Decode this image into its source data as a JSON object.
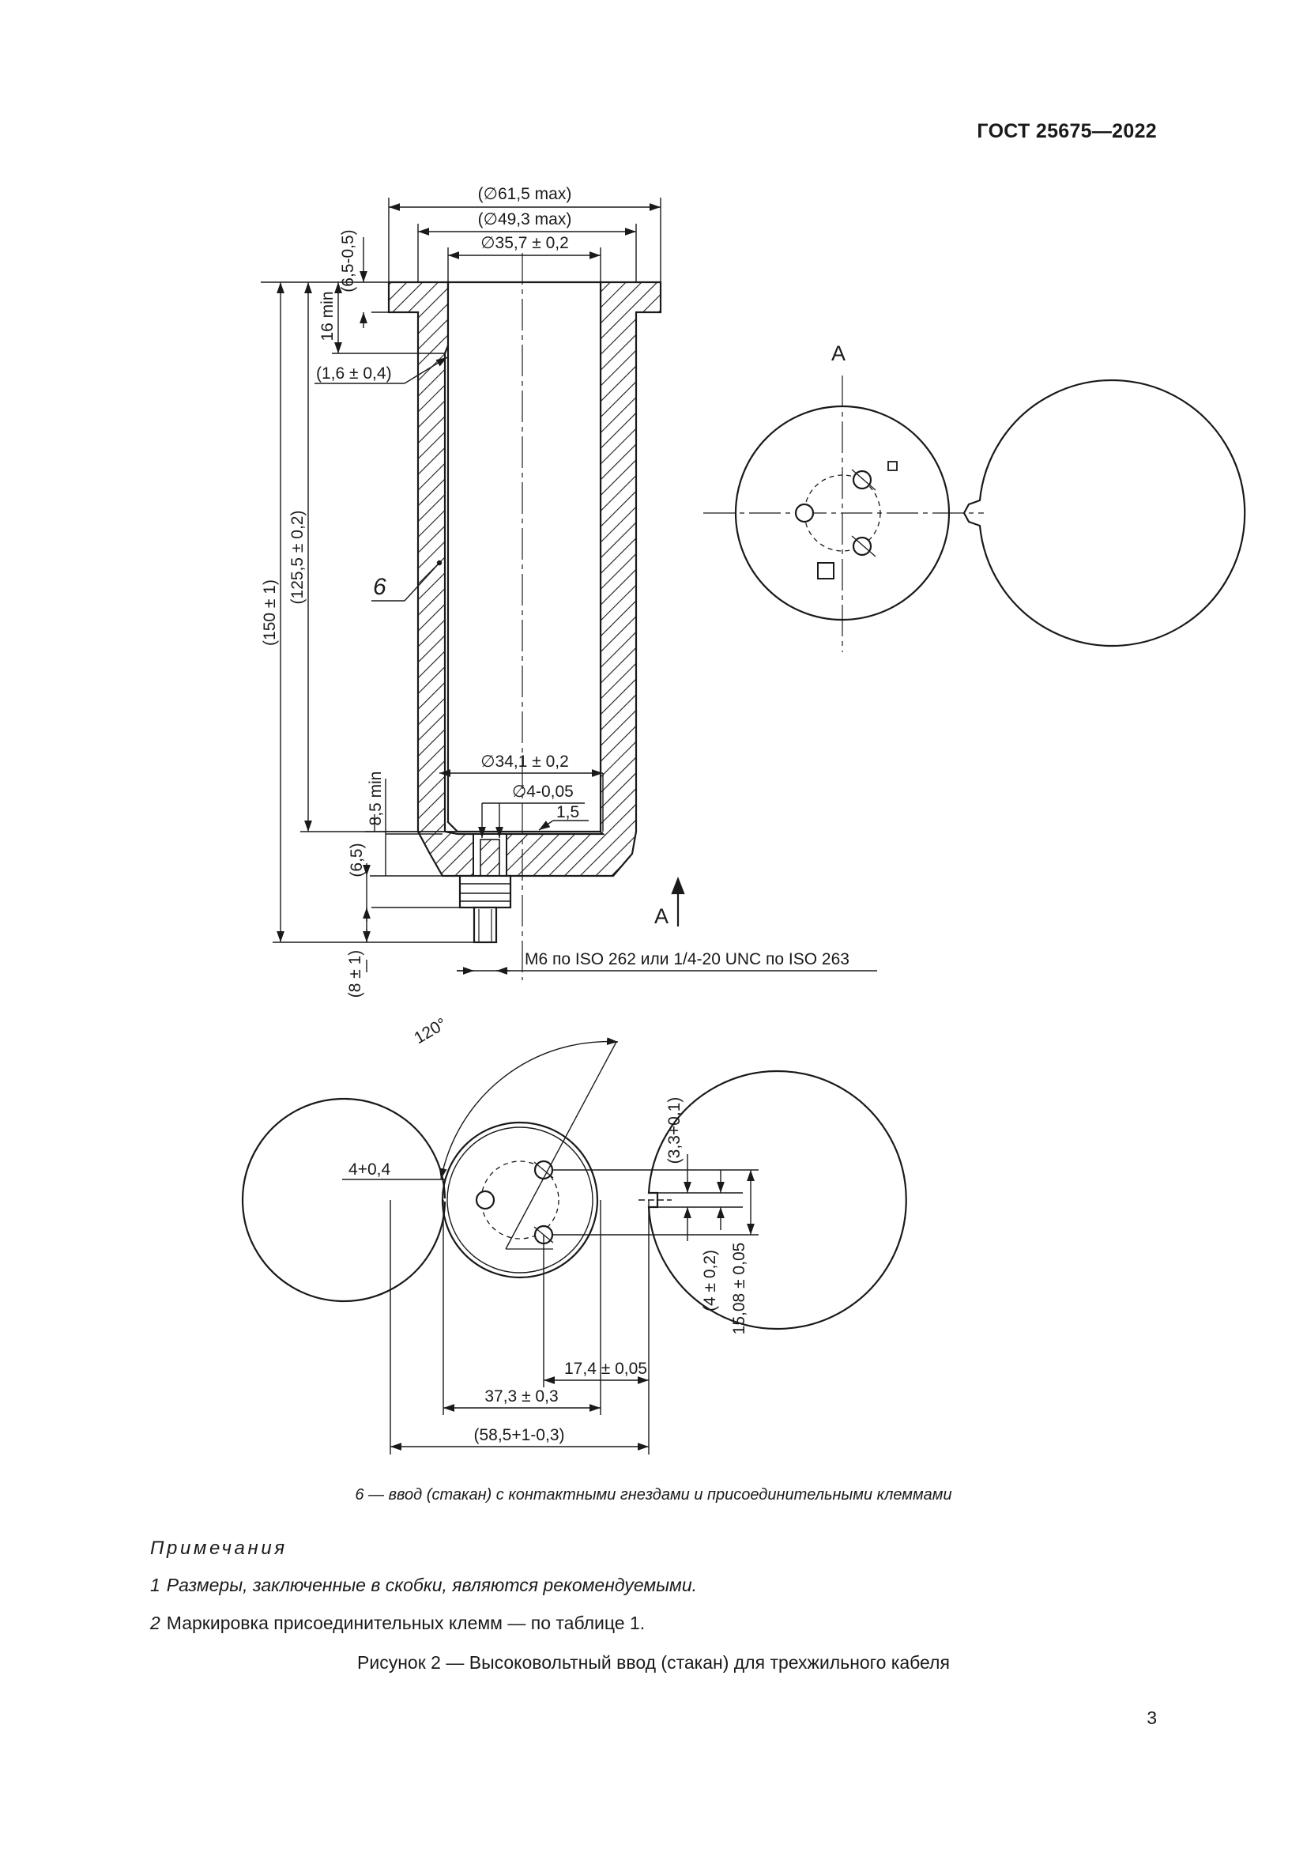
{
  "header": {
    "standard": "ГОСТ 25675—2022"
  },
  "figure": {
    "section_label": "А",
    "item_label": "6",
    "dimensions": {
      "d_outer": "(∅61,5 max)",
      "d_flange": "(∅49,3 max)",
      "d_inner": "∅35,7 ± 0,2",
      "flange_height": "(6,5-0,5)",
      "top_depth": "16 min",
      "chamfer": "(1,6 ± 0,4)",
      "inner_depth": "(125,5 ± 0,2)",
      "total_height": "(150 ± 1)",
      "d_bottom": "∅34,1 ± 0,2",
      "d_pin": "∅4-0,05",
      "radius": "1,5",
      "bottom_min": "8,5 min",
      "base_thickness": "(6,5)",
      "stud_length": "(8 ± 1)",
      "thread": "М6 по ISO 262 или 1/4-20 UNC по ISO 263",
      "angle": "120°",
      "key_width": "4+0,4",
      "key_depth": "(3,3+0,1)",
      "key_offset": "(4 ± 0,2)",
      "pin_offset_y": "15,08 ± 0,05",
      "pin_offset_x": "17,4 ± 0,05",
      "pin_circle": "37,3 ± 0,3",
      "bottom_outer": "(58,5+1-0,3)"
    }
  },
  "legend": "6 — ввод (стакан) с контактными гнездами и присоединительными клеммами",
  "notes": {
    "title": "Примечания",
    "items": [
      {
        "num": "1",
        "text": "Размеры, заключенные в скобки, являются рекомендуемыми."
      },
      {
        "num": "2",
        "text": "Маркировка присоединительных клемм — по таблице 1."
      }
    ]
  },
  "caption": "Рисунок 2 — Высоковольтный ввод (стакан) для трехжильного кабеля",
  "page_number": "3"
}
